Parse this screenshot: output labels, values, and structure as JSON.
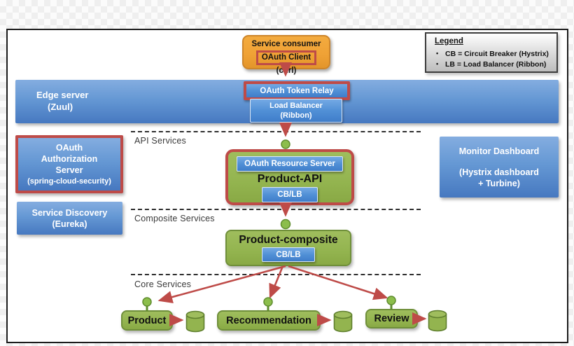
{
  "colors": {
    "orange": "#EFA135",
    "blue_panel": "#4678C0",
    "blue_button": "#4485D2",
    "green": "#93B44F",
    "red_accent": "#BE4B48"
  },
  "consumer": {
    "line1": "Service consumer",
    "highlight": "OAuth Client",
    "line2": "(curl)"
  },
  "legend": {
    "title": "Legend",
    "bullet": "•",
    "items": [
      "CB = Circuit Breaker (Hystrix)",
      "LB = Load Balancer (Ribbon)"
    ]
  },
  "edge_server": {
    "name": "Edge server",
    "tech": "(Zuul)",
    "token_relay": "OAuth Token Relay",
    "load_balancer": "Load Balancer",
    "load_balancer_tech": "(Ribbon)"
  },
  "sections": {
    "api": "API Services",
    "composite": "Composite Services",
    "core": "Core Services"
  },
  "auth_server": {
    "line1": "OAuth",
    "line2": "Authorization",
    "line3": "Server",
    "tech": "(spring-cloud-security)"
  },
  "service_discovery": {
    "name": "Service Discovery",
    "tech": "(Eureka)"
  },
  "monitor": {
    "name": "Monitor Dashboard",
    "tech_line1": "(Hystrix dashboard",
    "tech_line2": "+ Turbine)"
  },
  "product_api": {
    "badge": "OAuth Resource Server",
    "name": "Product-API",
    "cblb": "CB/LB"
  },
  "product_composite": {
    "name": "Product-composite",
    "cblb": "CB/LB"
  },
  "core_services": [
    {
      "name": "Product"
    },
    {
      "name": "Recommendation"
    },
    {
      "name": "Review"
    }
  ]
}
